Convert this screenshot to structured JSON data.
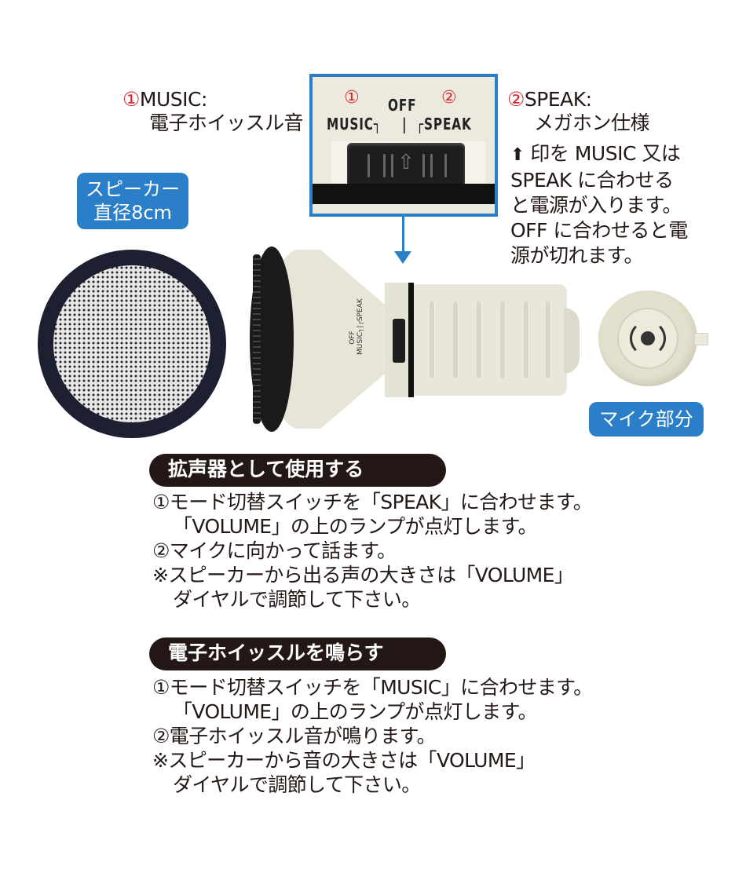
{
  "callouts": {
    "music": {
      "num": "①",
      "title": "MUSIC:",
      "desc": "電子ホイッスル音"
    },
    "speak": {
      "num": "②",
      "title": "SPEAK:",
      "desc": "メガホン仕様"
    }
  },
  "power_instructions": {
    "arrow_icon": "up-arrow",
    "lines": [
      "印を MUSIC 又は",
      "SPEAK に合わせる",
      "と電源が入ります。",
      "OFF に合わせると電",
      "源が切れます。"
    ]
  },
  "switch_closeup": {
    "num1": "①",
    "num2": "②",
    "off_label": "OFF",
    "music_label": "MUSIC┐",
    "mid_label": "|",
    "speak_label": "┌SPEAK",
    "border_color": "#2a7fc8"
  },
  "megaphone_switch_label": {
    "off": "OFF",
    "text": "MUSIC┐|┌SPEAK"
  },
  "tags": {
    "speaker": [
      "スピーカー",
      "直径8cm"
    ],
    "mic": "マイク部分",
    "color": "#2a7fc8"
  },
  "sections": [
    {
      "heading": "拡声器として使用する",
      "lines": [
        {
          "text": "①モード切替スイッチを「SPEAK」に合わせます。",
          "indent": false
        },
        {
          "text": "「VOLUME」の上のランプが点灯します。",
          "indent": true
        },
        {
          "text": "②マイクに向かって話ます。",
          "indent": false
        },
        {
          "text": "※スピーカーから出る声の大きさは「VOLUME」",
          "indent": false
        },
        {
          "text": "ダイヤルで調節して下さい。",
          "indent": true
        }
      ]
    },
    {
      "heading": "電子ホイッスルを鳴らす",
      "lines": [
        {
          "text": "①モード切替スイッチを「MUSIC」に合わせます。",
          "indent": false
        },
        {
          "text": "「VOLUME」の上のランプが点灯します。",
          "indent": true
        },
        {
          "text": "②電子ホイッスル音が鳴ります。",
          "indent": false
        },
        {
          "text": "※スピーカーから音の大きさは「VOLUME」",
          "indent": false
        },
        {
          "text": "ダイヤルで調節して下さい。",
          "indent": true
        }
      ]
    }
  ],
  "colors": {
    "accent_blue": "#2a7fc8",
    "number_red": "#d7262c",
    "heading_dark": "#231815"
  }
}
